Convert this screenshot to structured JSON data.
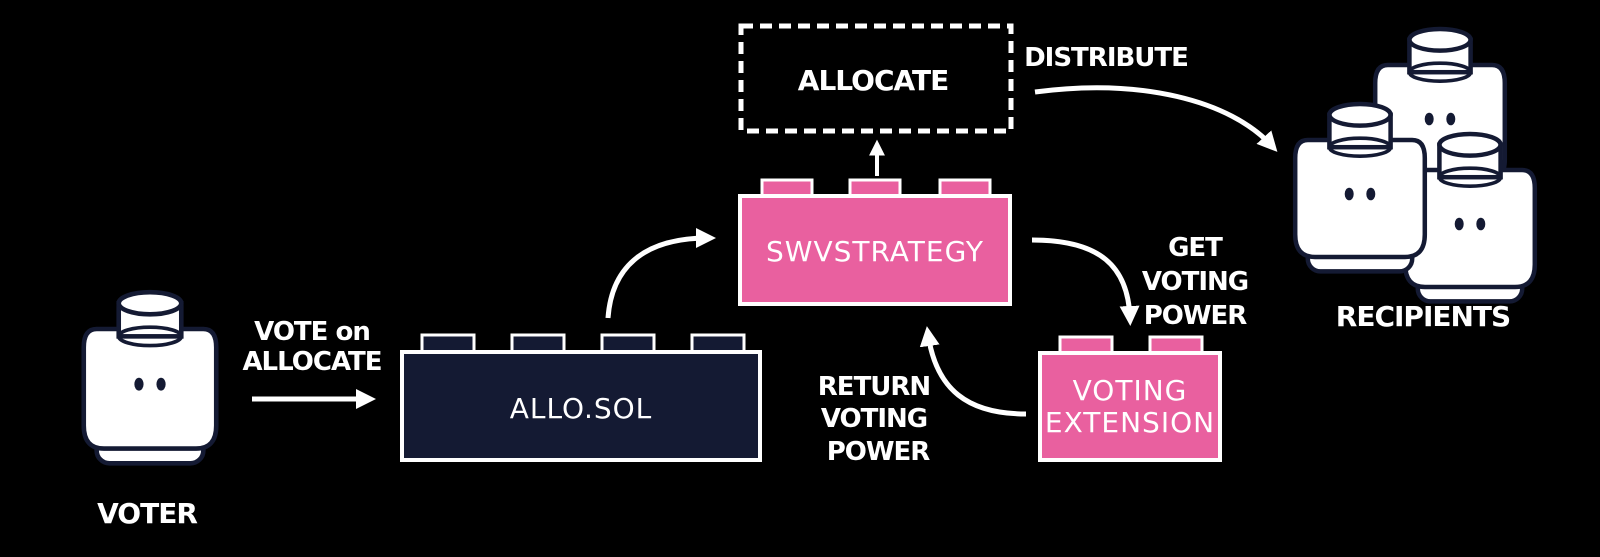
{
  "colors": {
    "background": "#000000",
    "pink": "#e9609f",
    "navy": "#141a33",
    "white": "#ffffff",
    "outline": "#ffffff"
  },
  "labels": {
    "vote_on": "VOTE on",
    "allocate_line": "ALLOCATE",
    "voter": "VOTER",
    "recipients": "RECIPIENTS",
    "distribute": "DISTRIBUTE",
    "get": "GET",
    "voting": "VOTING",
    "power": "POWER",
    "return": "RETURN",
    "return_voting": "VOTING",
    "return_power": "POWER"
  },
  "blocks": {
    "allocate": "ALLOCATE",
    "swv_strategy": "SWVSTRATEGY",
    "allo_sol": "ALLO.SOL",
    "voting_ext_line1": "VOTING",
    "voting_ext_line2": "EXTENSION"
  },
  "icons": {
    "voter": "minifig-head-icon",
    "recipients": "minifig-head-icon"
  }
}
